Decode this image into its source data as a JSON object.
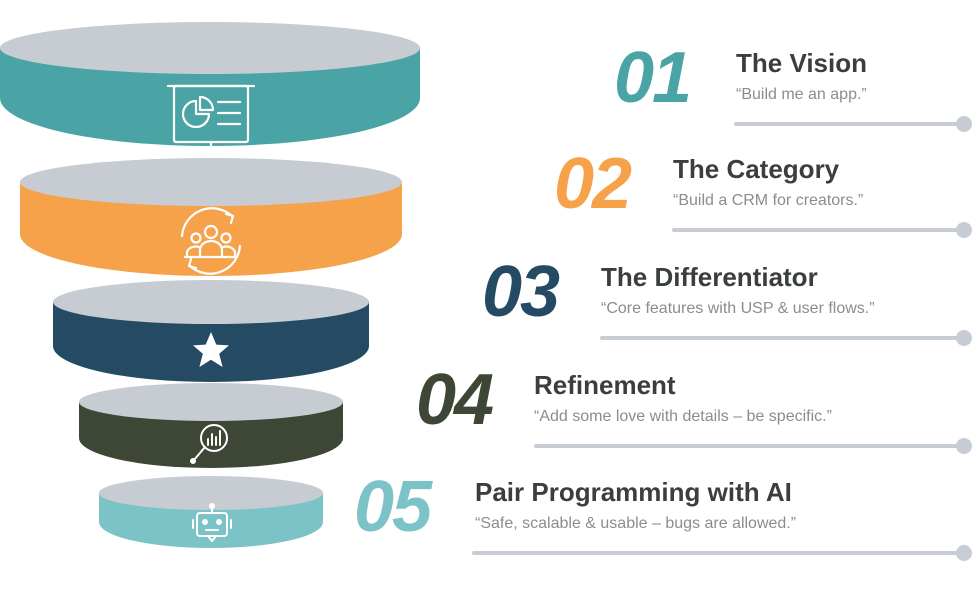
{
  "colors": {
    "teal": "#4aa3a5",
    "orange": "#f5a24b",
    "navy": "#254a63",
    "olive": "#3e4636",
    "light_teal": "#7cc3c8",
    "disc_top": "#c7ccd3",
    "title_text": "#3b3f3c",
    "desc_text": "#8a8d8f",
    "connector": "#c8ccd4"
  },
  "funnel": {
    "layers": [
      {
        "color": "#4aa3a5",
        "icon": "presentation-board-icon"
      },
      {
        "color": "#f5a24b",
        "icon": "team-cycle-icon"
      },
      {
        "color": "#254a63",
        "icon": "star-icon"
      },
      {
        "color": "#3e4636",
        "icon": "chart-magnifier-icon"
      },
      {
        "color": "#7cc3c8",
        "icon": "robot-chat-icon"
      }
    ]
  },
  "steps": [
    {
      "number": "01",
      "title": "The Vision",
      "desc": "“Build me an app.”",
      "color": "#4aa3a5"
    },
    {
      "number": "02",
      "title": "The Category",
      "desc": "“Build a CRM for creators.”",
      "color": "#f5a24b"
    },
    {
      "number": "03",
      "title": "The Differentiator",
      "desc": "“Core features with USP & user flows.”",
      "color": "#254a63"
    },
    {
      "number": "04",
      "title": "Refinement",
      "desc": "“Add some love with details – be specific.”",
      "color": "#3e4636"
    },
    {
      "number": "05",
      "title": "Pair Programming with AI",
      "desc": "“Safe, scalable & usable – bugs are allowed.”",
      "color": "#7cc3c8"
    }
  ]
}
